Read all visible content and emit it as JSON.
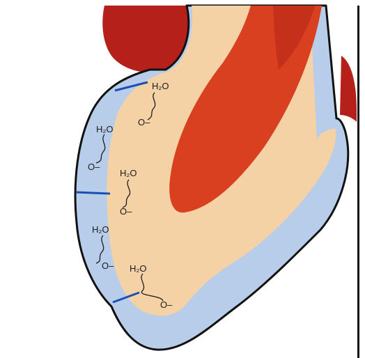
{
  "colors": {
    "gum": "#b5201a",
    "pulp": "#d8401f",
    "dentin": "#f5d1a6",
    "enamel": "#b7cdea",
    "outline": "#111111",
    "rod": "#1d4fb3"
  },
  "labels": {
    "water": "H₂O",
    "oxide": "O–"
  },
  "pairs": [
    {
      "water": "H₂O",
      "oxide": "O–"
    },
    {
      "water": "H₂O",
      "oxide": "O–"
    },
    {
      "water": "H₂O",
      "oxide": "O–"
    },
    {
      "water": "H₂O",
      "oxide": "O–"
    },
    {
      "water": "H₂O",
      "oxide": "O–"
    }
  ]
}
